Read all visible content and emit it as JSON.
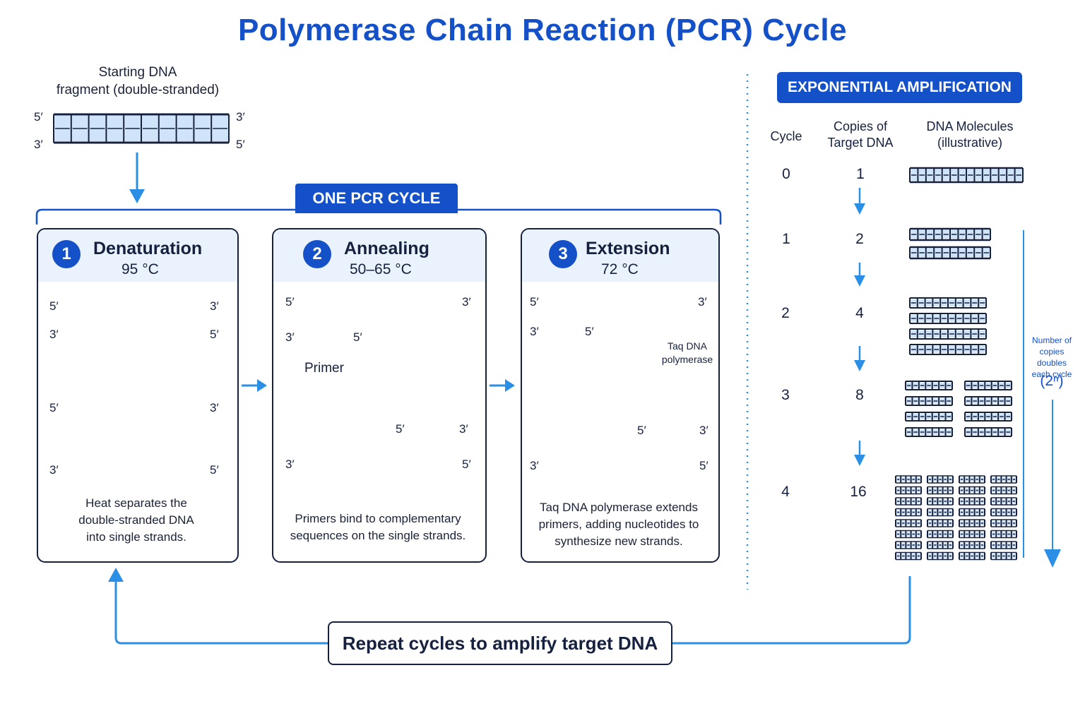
{
  "title": "Polymerase Chain Reaction (PCR) Cycle",
  "starting_dna": {
    "label_line1": "Starting DNA",
    "label_line2": "fragment (double-stranded)",
    "end_5": "5′",
    "end_3": "3′"
  },
  "one_cycle_label": "ONE PCR CYCLE",
  "steps": [
    {
      "number": "1",
      "name": "Denaturation",
      "temp": "95 °C",
      "desc_lines": [
        "Heat separates the",
        "double-stranded DNA",
        "into single strands."
      ]
    },
    {
      "number": "2",
      "name": "Annealing",
      "temp": "50–65 °C",
      "primer_label": "Primer",
      "desc_lines": [
        "Primers bind to complementary",
        "sequences on the single strands."
      ]
    },
    {
      "number": "3",
      "name": "Extension",
      "temp": "72 °C",
      "enzyme_label_line1": "Taq DNA",
      "enzyme_label_line2": "polymerase",
      "desc_lines": [
        "Taq DNA polymerase extends",
        "primers, adding nucleotides to",
        "synthesize new strands."
      ]
    }
  ],
  "amplification": {
    "heading": "EXPONENTIAL AMPLIFICATION",
    "col_cycle": "Cycle",
    "col_copies_line1": "Copies of",
    "col_copies_line2": "Target DNA",
    "col_molecules_line1": "DNA Molecules",
    "col_molecules_line2": "(illustrative)",
    "rows": [
      {
        "cycle": "0",
        "copies": "1"
      },
      {
        "cycle": "1",
        "copies": "2"
      },
      {
        "cycle": "2",
        "copies": "4"
      },
      {
        "cycle": "3",
        "copies": "8"
      },
      {
        "cycle": "4",
        "copies": "16"
      }
    ],
    "note_line1": "Number of",
    "note_line2": "copies doubles",
    "note_line3": "each cycle",
    "note_formula": "(2ⁿ)"
  },
  "repeat_label": "Repeat cycles to amplify target DNA",
  "colors": {
    "accent": "#1450c8",
    "arrow": "#2b8fe6",
    "strand": "#15213f",
    "fill": "#cfe4f8",
    "primer": "#d0289a",
    "primer_fill": "#f7d2ec",
    "enzyme": "#b9dcf7",
    "new_strand": "#1f5fd6"
  },
  "icons": [
    "dna-ladder-icon",
    "primer-icon",
    "polymerase-icon",
    "arrow-icon"
  ]
}
